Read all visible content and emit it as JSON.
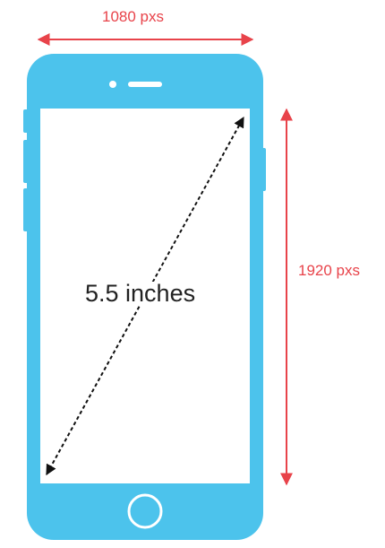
{
  "diagram": {
    "width_label": "1080 pxs",
    "height_label": "1920 pxs",
    "diagonal_label": "5.5 inches"
  },
  "colors": {
    "phone_body": "#4cc3ec",
    "screen": "#ffffff",
    "dimension_arrow": "#e8434a",
    "diagonal_arrow": "#111111"
  }
}
